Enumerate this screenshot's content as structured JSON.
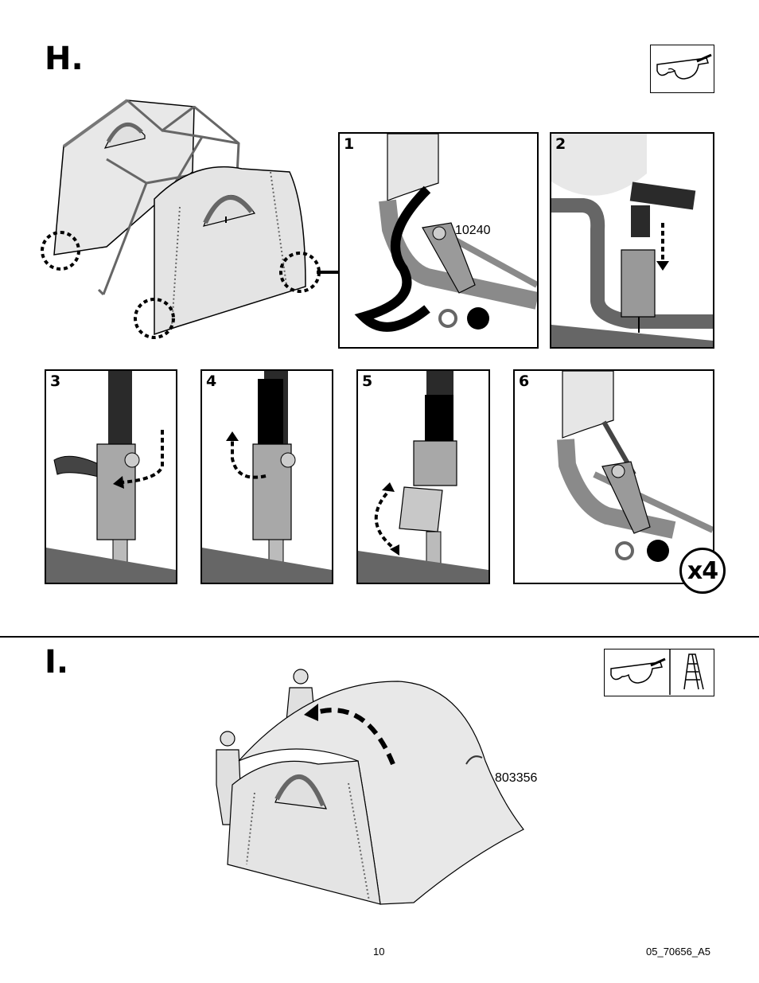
{
  "section_h": {
    "letter": "H.",
    "callout_part": "10240",
    "multiplier": "x4",
    "steps": [
      "1",
      "2",
      "3",
      "4",
      "5",
      "6"
    ],
    "icons": [
      "safety-glasses-icon"
    ]
  },
  "section_i": {
    "letter": "I.",
    "callout_part": "803356",
    "icons": [
      "safety-glasses-icon",
      "step-ladder-icon"
    ]
  },
  "footer": {
    "page_number": "10",
    "doc_code": "05_70656_A5"
  }
}
